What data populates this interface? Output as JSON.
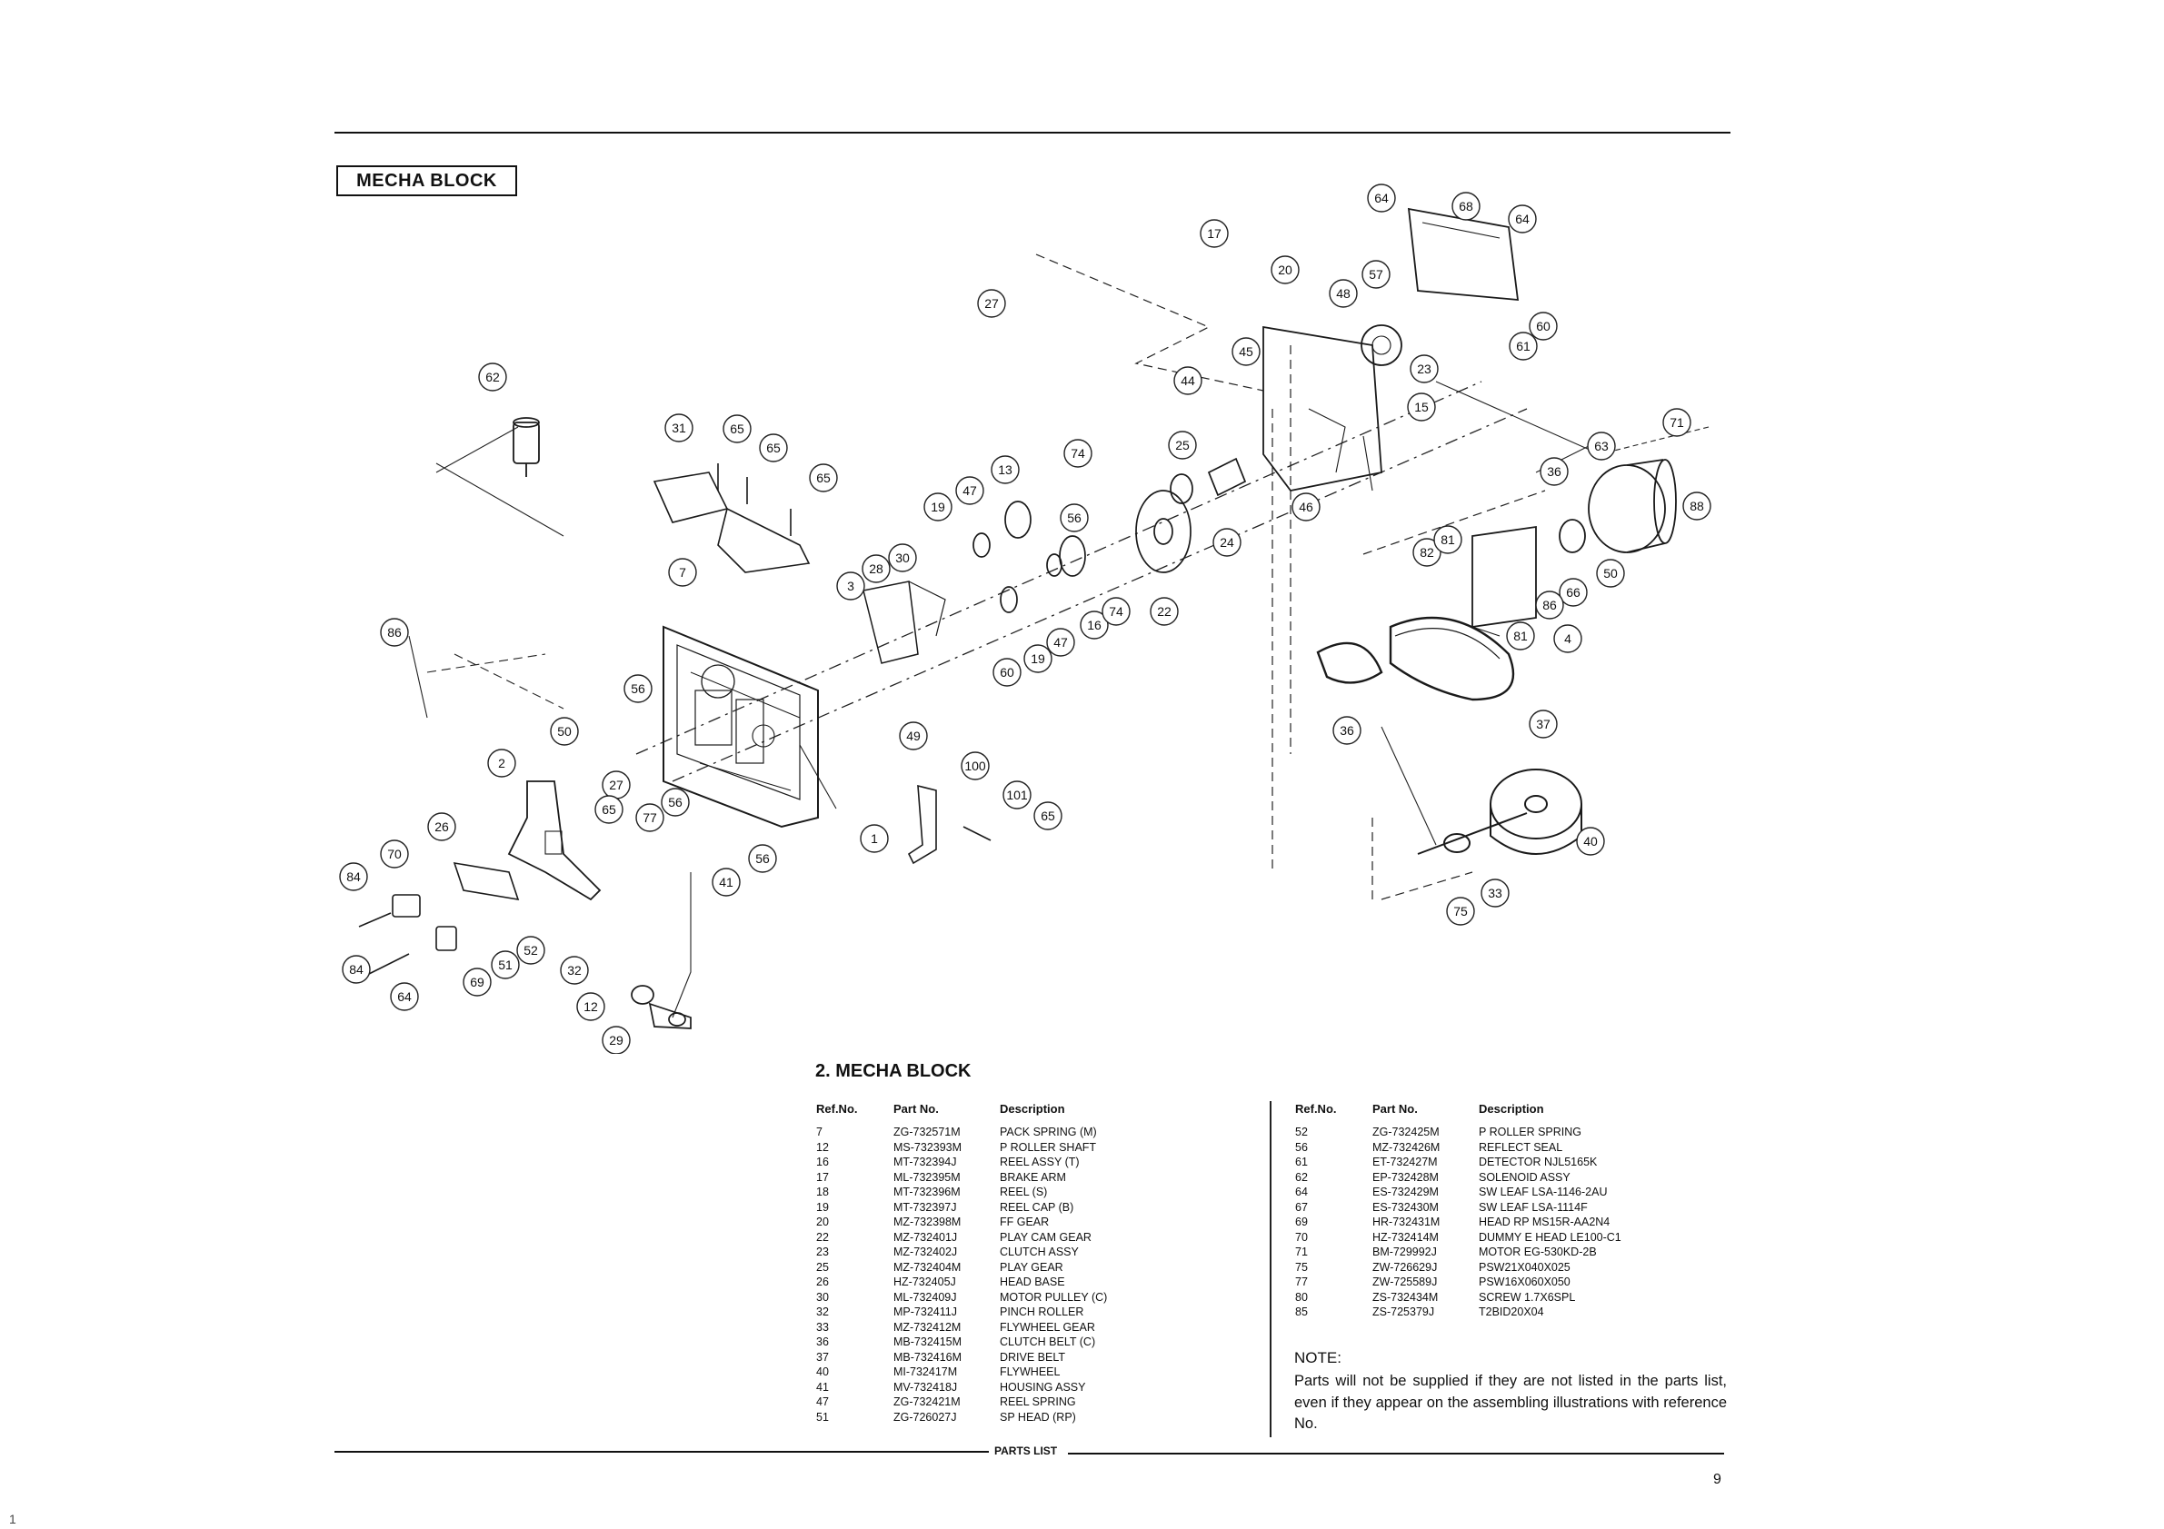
{
  "header": {
    "title": "MECHA BLOCK"
  },
  "edge_marks": [
    "1"
  ],
  "diagram": {
    "callouts": [
      "64",
      "68",
      "64",
      "17",
      "20",
      "27",
      "57",
      "48",
      "60",
      "61",
      "45",
      "44",
      "23",
      "15",
      "62",
      "31",
      "65",
      "65",
      "65",
      "74",
      "13",
      "47",
      "19",
      "30",
      "56",
      "25",
      "24",
      "46",
      "71",
      "63",
      "88",
      "36",
      "82",
      "81",
      "50",
      "66",
      "86",
      "81",
      "4",
      "7",
      "28",
      "3",
      "60",
      "19",
      "47",
      "16",
      "74",
      "22",
      "86",
      "56",
      "50",
      "2",
      "27",
      "65",
      "56",
      "77",
      "49",
      "100",
      "101",
      "65",
      "1",
      "37",
      "36",
      "26",
      "70",
      "84",
      "84",
      "64",
      "69",
      "51",
      "52",
      "41",
      "56",
      "32",
      "12",
      "29",
      "40",
      "75",
      "33"
    ]
  },
  "parts_list": {
    "section_title": "2. MECHA BLOCK",
    "headers": {
      "ref": "Ref.No.",
      "part": "Part No.",
      "desc": "Description"
    },
    "left": [
      {
        "ref": "7",
        "part": "ZG-732571M",
        "desc": "PACK SPRING (M)"
      },
      {
        "ref": "12",
        "part": "MS-732393M",
        "desc": "P ROLLER SHAFT"
      },
      {
        "ref": "16",
        "part": "MT-732394J",
        "desc": "REEL ASSY (T)"
      },
      {
        "ref": "17",
        "part": "ML-732395M",
        "desc": "BRAKE ARM"
      },
      {
        "ref": "18",
        "part": "MT-732396M",
        "desc": "REEL (S)"
      },
      {
        "ref": "19",
        "part": "MT-732397J",
        "desc": "REEL CAP (B)"
      },
      {
        "ref": "20",
        "part": "MZ-732398M",
        "desc": "FF GEAR"
      },
      {
        "ref": "22",
        "part": "MZ-732401J",
        "desc": "PLAY CAM GEAR"
      },
      {
        "ref": "23",
        "part": "MZ-732402J",
        "desc": "CLUTCH ASSY"
      },
      {
        "ref": "25",
        "part": "MZ-732404M",
        "desc": "PLAY GEAR"
      },
      {
        "ref": "26",
        "part": "HZ-732405J",
        "desc": "HEAD BASE"
      },
      {
        "ref": "30",
        "part": "ML-732409J",
        "desc": "MOTOR PULLEY (C)"
      },
      {
        "ref": "32",
        "part": "MP-732411J",
        "desc": "PINCH ROLLER"
      },
      {
        "ref": "33",
        "part": "MZ-732412M",
        "desc": "FLYWHEEL GEAR"
      },
      {
        "ref": "36",
        "part": "MB-732415M",
        "desc": "CLUTCH BELT (C)"
      },
      {
        "ref": "37",
        "part": "MB-732416M",
        "desc": "DRIVE BELT"
      },
      {
        "ref": "40",
        "part": "MI-732417M",
        "desc": "FLYWHEEL"
      },
      {
        "ref": "41",
        "part": "MV-732418J",
        "desc": "HOUSING ASSY"
      },
      {
        "ref": "47",
        "part": "ZG-732421M",
        "desc": "REEL SPRING"
      },
      {
        "ref": "51",
        "part": "ZG-726027J",
        "desc": "SP HEAD (RP)"
      }
    ],
    "right": [
      {
        "ref": "52",
        "part": "ZG-732425M",
        "desc": "P ROLLER SPRING"
      },
      {
        "ref": "56",
        "part": "MZ-732426M",
        "desc": "REFLECT SEAL"
      },
      {
        "ref": "61",
        "part": "ET-732427M",
        "desc": "DETECTOR NJL5165K"
      },
      {
        "ref": "62",
        "part": "EP-732428M",
        "desc": "SOLENOID ASSY"
      },
      {
        "ref": "64",
        "part": "ES-732429M",
        "desc": "SW LEAF LSA-1146-2AU"
      },
      {
        "ref": "67",
        "part": "ES-732430M",
        "desc": "SW LEAF LSA-1114F"
      },
      {
        "ref": "69",
        "part": "HR-732431M",
        "desc": "HEAD RP MS15R-AA2N4"
      },
      {
        "ref": "70",
        "part": "HZ-732414M",
        "desc": "DUMMY E HEAD LE100-C1"
      },
      {
        "ref": "71",
        "part": "BM-729992J",
        "desc": "MOTOR EG-530KD-2B"
      },
      {
        "ref": "75",
        "part": "ZW-726629J",
        "desc": "PSW21X040X025"
      },
      {
        "ref": "77",
        "part": "ZW-725589J",
        "desc": "PSW16X060X050"
      },
      {
        "ref": "80",
        "part": "ZS-732434M",
        "desc": "SCREW 1.7X6SPL"
      },
      {
        "ref": "85",
        "part": "ZS-725379J",
        "desc": "T2BID20X04"
      }
    ]
  },
  "note": {
    "title": "NOTE:",
    "text": "Parts will not be supplied if they are not listed in the parts list, even if they appear on the assembling illustrations with reference No."
  },
  "footer": {
    "label": "PARTS LIST",
    "page": "9"
  }
}
